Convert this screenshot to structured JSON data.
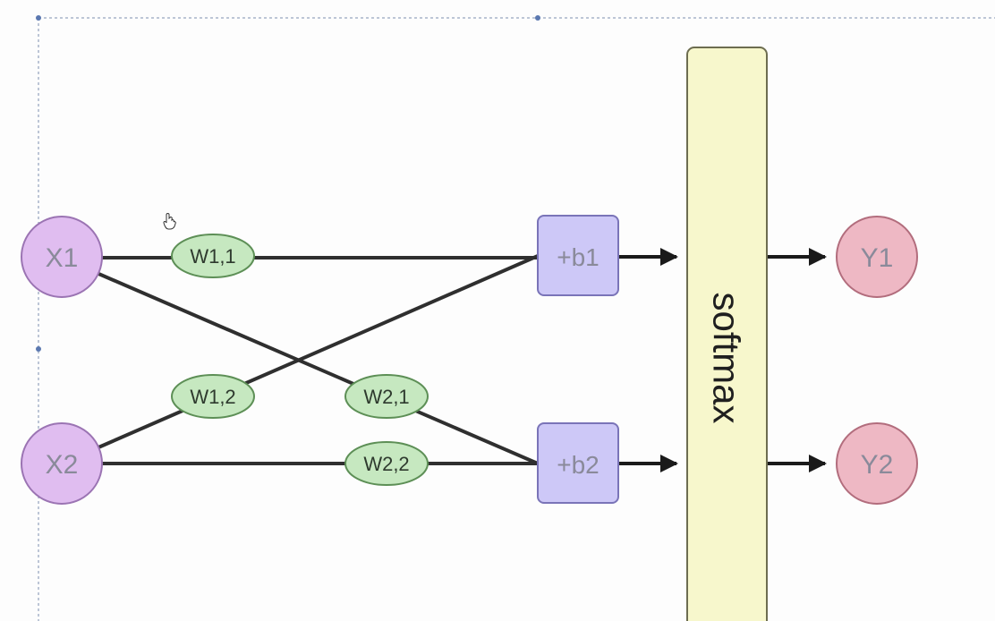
{
  "diagram": {
    "inputs": [
      {
        "id": "x1",
        "label": "X1"
      },
      {
        "id": "x2",
        "label": "X2"
      }
    ],
    "weights": [
      {
        "id": "w11",
        "label": "W1,1"
      },
      {
        "id": "w12",
        "label": "W1,2"
      },
      {
        "id": "w21",
        "label": "W2,1"
      },
      {
        "id": "w22",
        "label": "W2,2"
      }
    ],
    "biases": [
      {
        "id": "b1",
        "label": "+b1"
      },
      {
        "id": "b2",
        "label": "+b2"
      }
    ],
    "activation": {
      "label": "softmax"
    },
    "outputs": [
      {
        "id": "y1",
        "label": "Y1"
      },
      {
        "id": "y2",
        "label": "Y2"
      }
    ]
  },
  "colors": {
    "input_fill": "#e0bdf0",
    "input_stroke": "#9b74b3",
    "weight_fill": "#c6e8c0",
    "weight_stroke": "#5d8f56",
    "bias_fill": "#cdc8f7",
    "bias_stroke": "#7a74b8",
    "softmax_fill": "#f7f7cc",
    "softmax_stroke": "#6d6d50",
    "output_fill": "#eeb8c4",
    "output_stroke": "#b26d7d",
    "line": "#2f2f2f",
    "node_text": "#8a8a9a",
    "weight_text": "#2e3a2e"
  }
}
